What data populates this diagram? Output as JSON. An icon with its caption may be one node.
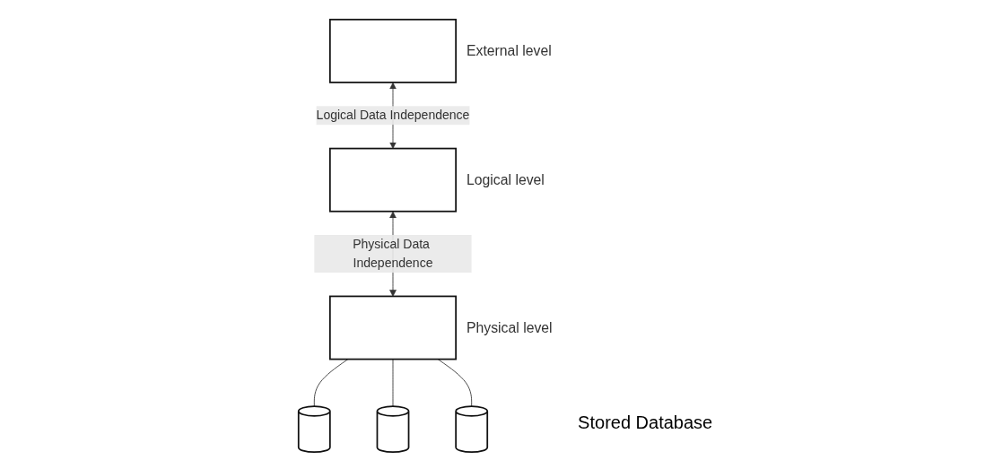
{
  "diagram": {
    "nodes": [
      {
        "text": [],
        "shape": "box",
        "beside": [
          "External level"
        ]
      },
      {
        "text": [],
        "shape": "box",
        "beside": [
          "Logical level"
        ]
      },
      {
        "text": [],
        "shape": "box",
        "beside": [
          "Physical level"
        ]
      },
      {
        "text": [],
        "shape": "cylinder"
      },
      {
        "text": [],
        "shape": "cylinder"
      },
      {
        "text": [],
        "shape": "cylinder"
      }
    ],
    "edges": [
      {
        "from": 0,
        "to": 1,
        "arrow": "both",
        "label": "Logical Data Independence"
      },
      {
        "from": 1,
        "to": 2,
        "arrow": "both",
        "label": "Physical Data Independence"
      },
      {
        "from": 2,
        "to": 3,
        "arrow": "none"
      },
      {
        "from": 2,
        "to": 4,
        "arrow": "none"
      },
      {
        "from": 2,
        "to": 5,
        "arrow": "none"
      }
    ],
    "labels": [
      "Stored Database"
    ]
  }
}
